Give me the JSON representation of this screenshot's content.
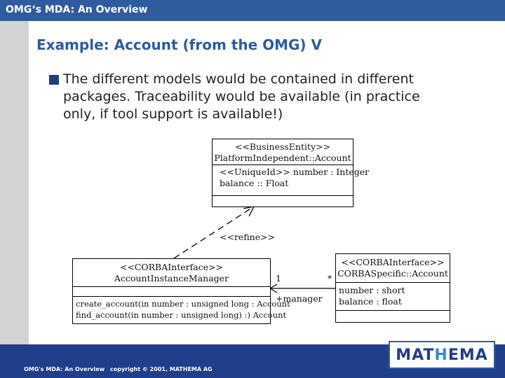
{
  "header": {
    "title": "OMG‘s MDA: An Overview"
  },
  "slide": {
    "title": "Example: Account (from the OMG) V",
    "bullet_lines": [
      "The different models would be contained in different",
      "packages. Traceability would be available (in practice",
      "only, if tool support is available!)"
    ]
  },
  "diagram": {
    "platform_class": {
      "stereotype": "<<BusinessEntity>>",
      "name": "PlatformIndependent::Account",
      "attributes": [
        "<<UniqueId>> number : Integer",
        "balance :: Float"
      ]
    },
    "manager_class": {
      "stereotype": "<<CORBAInterface>>",
      "name": "AccountInstanceManager",
      "operations": [
        "create_account(in number : unsigned long : Account",
        "find_account(in number : unsigned long) :) Account"
      ]
    },
    "corba_class": {
      "stereotype": "<<CORBAInterface>>",
      "name": "CORBASpecific::Account",
      "attributes": [
        "number : short",
        "balance : float"
      ]
    },
    "refine_label": "<<refine>>",
    "multiplicity_one": "1",
    "multiplicity_many": "*",
    "role_label": "+manager"
  },
  "footer": {
    "left": "OMG's MDA: An Overview",
    "copyright": "copyright © 2001, MATHEMA AG"
  },
  "logo": {
    "part1": "MAT",
    "part2": "H",
    "part3": "EMA"
  },
  "colors": {
    "header_blue": "#2e5c9e",
    "footer_blue": "#1f3f8a",
    "left_gray": "#d3d3d3"
  }
}
